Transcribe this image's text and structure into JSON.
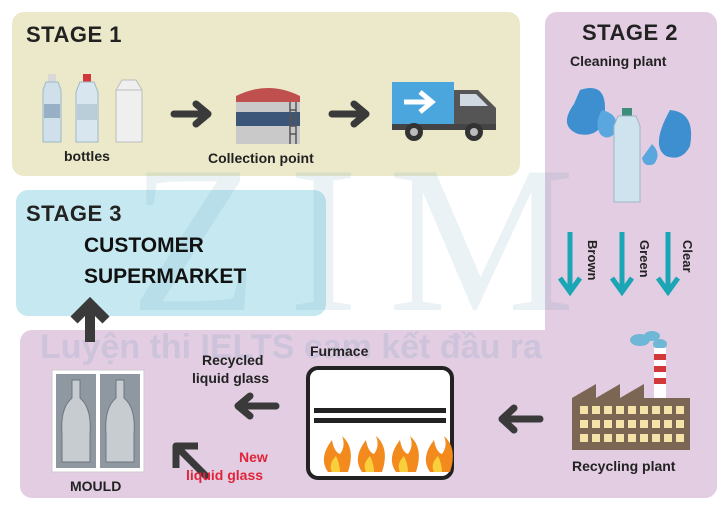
{
  "stage1": {
    "title": "STAGE 1",
    "bottles_label": "bottles",
    "collection_label": "Collection point"
  },
  "stage2": {
    "title": "STAGE 2",
    "cleaning_label": "Cleaning plant",
    "sort_labels": [
      "Brown",
      "Green",
      "Clear"
    ]
  },
  "stage3": {
    "title": "STAGE 3",
    "line1": "CUSTOMER",
    "line2": "SUPERMARKET"
  },
  "bottom": {
    "furnace_label": "Furmace",
    "recycled_label_1": "Recycled",
    "recycled_label_2": "liquid glass",
    "mould_label": "MOULD",
    "new_label_1": "New",
    "new_label_2": "liquid glass",
    "recycling_label": "Recycling plant"
  },
  "watermark": {
    "brand": "ZIM",
    "slogan": "Luyện thi IELTS cam kết đầu ra"
  },
  "colors": {
    "stage1_bg": "#ebe9c9",
    "stage2_bg": "#e2cde2",
    "stage3_bg": "#c6e9f1",
    "arrow": "#3a3a3a",
    "teal": "#1aa6b4",
    "red_text": "#e0243a"
  }
}
